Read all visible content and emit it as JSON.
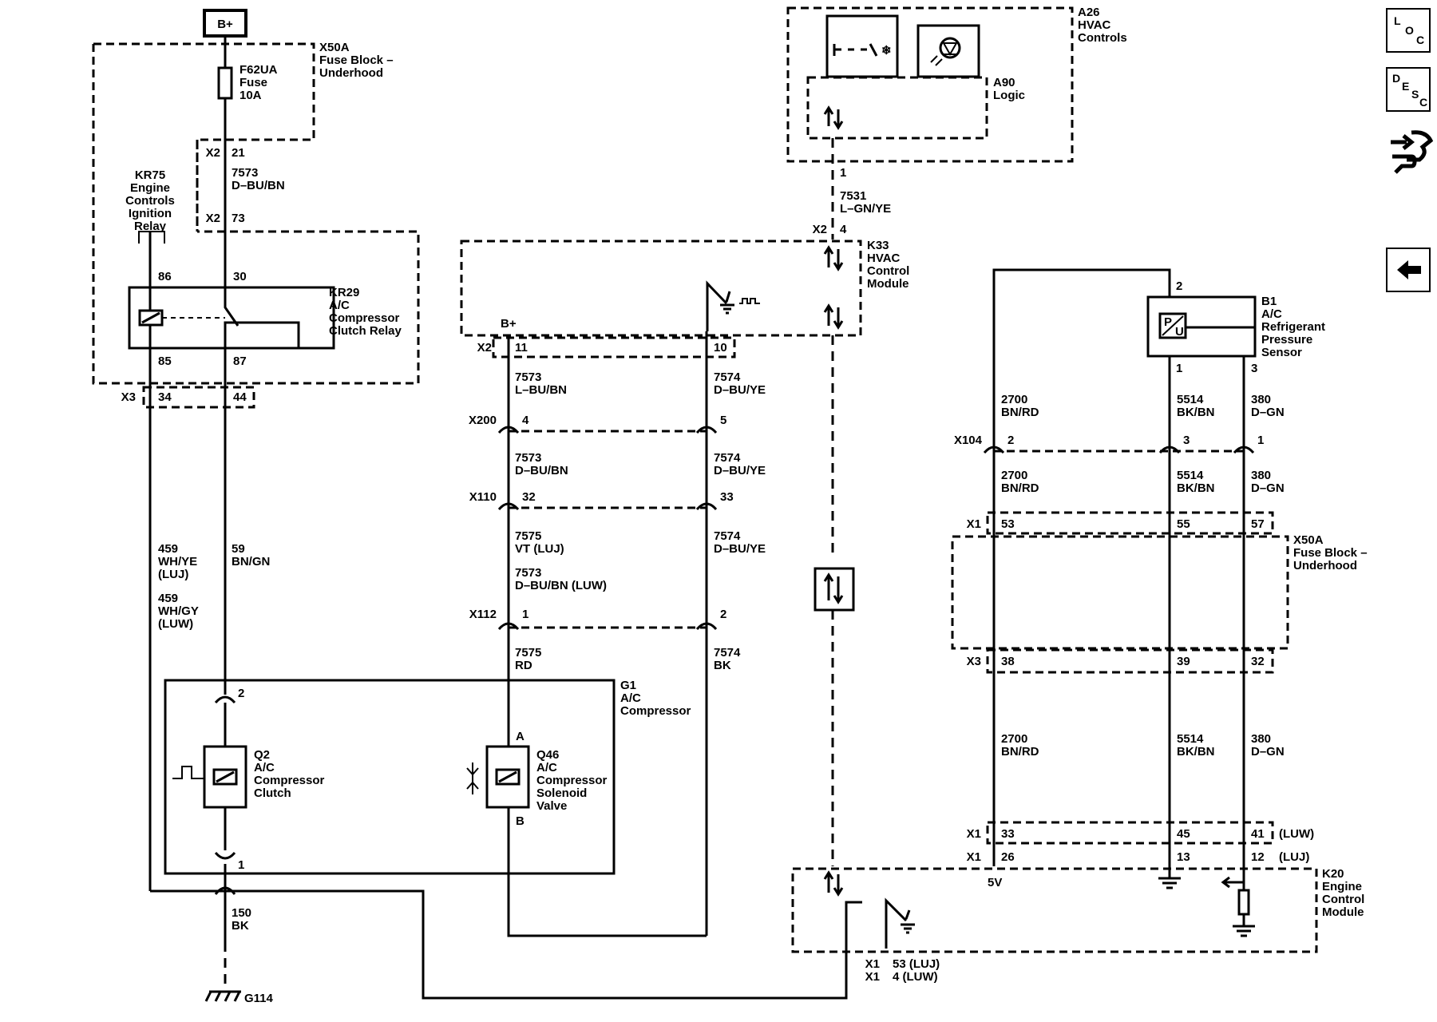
{
  "power": {
    "bplus": "B+"
  },
  "labels": {
    "x50a_top": [
      "X50A",
      "Fuse Block –",
      "Underhood"
    ],
    "fuse": [
      "F62UA",
      "Fuse",
      "10A"
    ],
    "x2_21": [
      "X2",
      "21"
    ],
    "w7573_top": [
      "7573",
      "D–BU/BN"
    ],
    "x2_73": [
      "X2",
      "73"
    ],
    "kr75": [
      "KR75",
      "Engine",
      "Controls",
      "Ignition",
      "Relay"
    ],
    "kr29_pins": [
      "86",
      "30",
      "85",
      "87"
    ],
    "kr29": [
      "KR29",
      "A/C",
      "Compressor",
      "Clutch Relay"
    ],
    "x3_left": [
      "X3",
      "34",
      "44"
    ],
    "w459": [
      "459",
      "WH/YE",
      "(LUJ)",
      "459",
      "WH/GY",
      "(LUW)"
    ],
    "w59": [
      "59",
      "BN/GN"
    ],
    "a26": [
      "A26",
      "HVAC",
      "Controls"
    ],
    "a90": [
      "A90",
      "Logic"
    ],
    "a26_pin": "1",
    "w7531": [
      "7531",
      "L–GN/YE"
    ],
    "x2_4": [
      "X2",
      "4"
    ],
    "k33": [
      "K33",
      "HVAC",
      "Control",
      "Module"
    ],
    "k33_pins": [
      "B+",
      "X2",
      "11",
      "10"
    ],
    "w_mid1": [
      "7573",
      "L–BU/BN",
      "7574",
      "D–BU/YE"
    ],
    "x200": [
      "X200",
      "4",
      "5"
    ],
    "w_mid2": [
      "7573",
      "D–BU/BN",
      "7574",
      "D–BU/YE"
    ],
    "x110": [
      "X110",
      "32",
      "33"
    ],
    "w_mid3": [
      "7575",
      "VT (LUJ)",
      "7573",
      "D–BU/BN (LUW)",
      "7574",
      "D–BU/YE"
    ],
    "x112": [
      "X112",
      "1",
      "2"
    ],
    "w_mid4": [
      "7575",
      "RD",
      "7574",
      "BK"
    ],
    "g1": [
      "G1",
      "A/C",
      "Compressor"
    ],
    "q2_pins": [
      "2",
      "1"
    ],
    "q2": [
      "Q2",
      "A/C",
      "Compressor",
      "Clutch"
    ],
    "q46_pins": [
      "A",
      "B"
    ],
    "q46": [
      "Q46",
      "A/C",
      "Compressor",
      "Solenoid",
      "Valve"
    ],
    "w150": [
      "150",
      "BK"
    ],
    "g114": "G114",
    "b1": [
      "B1",
      "A/C",
      "Refrigerant",
      "Pressure",
      "Sensor"
    ],
    "b1_pins": [
      "2",
      "1",
      "3"
    ],
    "b1_wires": [
      "2700",
      "BN/RD",
      "5514",
      "BK/BN",
      "380",
      "D–GN"
    ],
    "x104": [
      "X104",
      "2",
      "3",
      "1"
    ],
    "b1_wires2": [
      "2700",
      "BN/RD",
      "5514",
      "BK/BN",
      "380",
      "D–GN"
    ],
    "x1_top": [
      "X1",
      "53",
      "55",
      "57"
    ],
    "x50a_right": [
      "X50A",
      "Fuse Block –",
      "Underhood"
    ],
    "x3_right": [
      "X3",
      "38",
      "39",
      "32"
    ],
    "b1_wires3": [
      "2700",
      "BN/RD",
      "5514",
      "BK/BN",
      "380",
      "D–GN"
    ],
    "x1_luw": [
      "X1",
      "33",
      "45",
      "41",
      "(LUW)"
    ],
    "x1_luj": [
      "X1",
      "26",
      "13",
      "12",
      "(LUJ)"
    ],
    "k20_5v": "5V",
    "k20": [
      "K20",
      "Engine",
      "Control",
      "Module"
    ],
    "k20_bottom": [
      "X1",
      "X1",
      "53 (LUJ)",
      "4 (LUW)"
    ]
  },
  "nav": {
    "loc": [
      "L",
      "O",
      "C"
    ],
    "desc": [
      "D",
      "E",
      "S",
      "C"
    ]
  }
}
